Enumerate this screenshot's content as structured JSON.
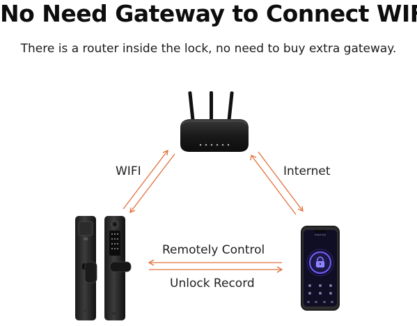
{
  "header": {
    "title": "No Need Gateway to Connect WIFI",
    "subtitle": "There is a router inside the lock, no need to buy extra gateway."
  },
  "diagram": {
    "labels": {
      "wifi": "WIFI",
      "internet": "Internet",
      "remote_control": "Remotely Control",
      "unlock_record": "Unlock Record"
    },
    "phone": {
      "app_title": "Smart lock"
    },
    "icons": {
      "router": "wifi-router-icon",
      "lock": "smart-door-lock-icon",
      "phone": "smartphone-app-icon",
      "arrow": "double-arrow-icon"
    },
    "colors": {
      "arrow": "#e0703a",
      "device_dark": "#1a1a1a",
      "screen_accent": "#6d56e8"
    }
  }
}
